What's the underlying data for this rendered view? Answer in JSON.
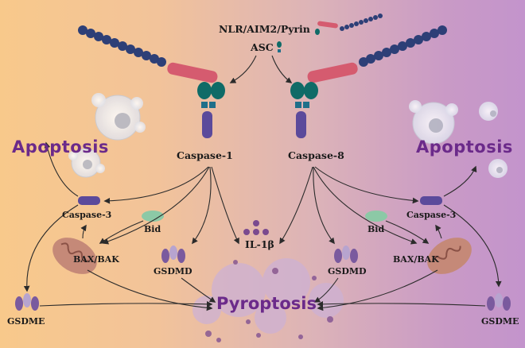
{
  "labels": {
    "inflammasome": "NLR/AIM2/Pyrin",
    "asc": "ASC",
    "caspase1": "Caspase-1",
    "caspase8": "Caspase-8",
    "apoptosis_left": "Apoptosis",
    "apoptosis_right": "Apoptosis",
    "caspase3_left": "Caspase-3",
    "caspase3_right": "Caspase-3",
    "bid_left": "Bid",
    "bid_right": "Bid",
    "baxbak_left": "BAX/BAK",
    "baxbak_right": "BAX/BAK",
    "il1b": "IL-1β",
    "gsdmd_left": "GSDMD",
    "gsdmd_right": "GSDMD",
    "gsdme_left": "GSDME",
    "gsdme_right": "GSDME",
    "pyroptosis": "Pyroptosis"
  },
  "colors": {
    "bg_left": "#f8c98b",
    "bg_right": "#c394cc",
    "bead_dark": "#2d3f77",
    "bar_red": "#d55b6f",
    "teal": "#0f6b67",
    "caspase_purple": "#5b4a9b",
    "accent_purple": "#6b2a8a"
  }
}
